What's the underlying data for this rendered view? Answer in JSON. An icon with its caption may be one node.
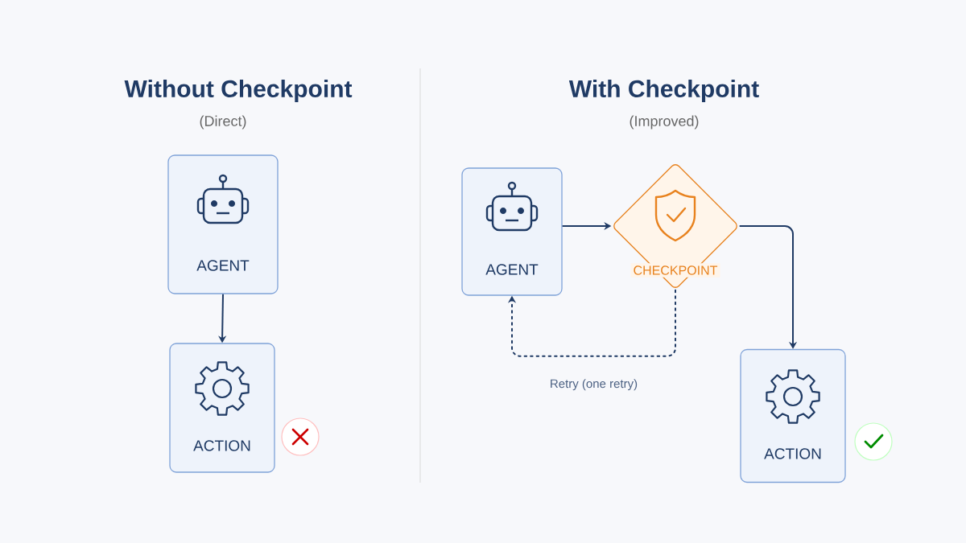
{
  "diagram": {
    "nodes": [
      {
        "text": [
          "AGENT"
        ]
      },
      {
        "text": [
          "ACTION"
        ]
      },
      {
        "text": [
          "AGENT"
        ]
      },
      {
        "text": [
          "CHECKPOINT"
        ]
      },
      {
        "text": [
          "ACTION"
        ]
      }
    ],
    "edges": [
      {
        "from": 0,
        "to": 1,
        "arrow": "to"
      },
      {
        "from": 2,
        "to": 3,
        "arrow": "to"
      },
      {
        "from": 3,
        "to": 4,
        "arrow": "to"
      },
      {
        "from": 3,
        "to": 2,
        "arrow": "to",
        "style": "dashed",
        "label": "Retry (one retry)"
      }
    ],
    "labels": [
      "Without Checkpoint",
      "(Direct)",
      "With Checkpoint",
      "(Improved)"
    ]
  }
}
